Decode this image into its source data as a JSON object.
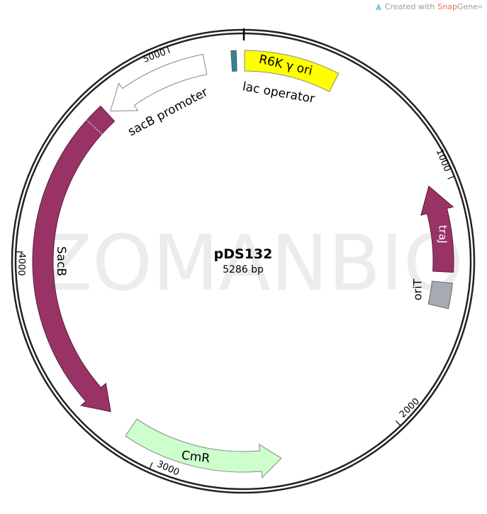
{
  "credit": {
    "prefix": "Created with ",
    "brand_a": "Snap",
    "brand_b": "Gene",
    "reg": "®",
    "icon": "snapgene-logo-icon"
  },
  "watermark": "ZOMANBIO",
  "plasmid": {
    "name": "pDS132",
    "size": "5286 bp"
  },
  "ticks": [
    "1000",
    "2000",
    "3000",
    "4000",
    "5000"
  ],
  "features": {
    "lac_operator": {
      "label": "lac operator",
      "color": "#31849b",
      "type": "block"
    },
    "r6k": {
      "label": "R6K γ ori",
      "color": "#ffff00",
      "type": "block"
    },
    "sacb_promoter": {
      "label": "sacB promoter",
      "color": "#ffffff",
      "direction": "reverse"
    },
    "sacb": {
      "label": "SacB",
      "color": "#993366",
      "direction": "reverse"
    },
    "cmr": {
      "label": "CmR",
      "color": "#ccffcc",
      "direction": "reverse"
    },
    "traj": {
      "label": "traJ",
      "color": "#993366",
      "direction": "reverse"
    },
    "orit": {
      "label": "oriT",
      "color": "#a6aab2",
      "type": "block"
    }
  }
}
